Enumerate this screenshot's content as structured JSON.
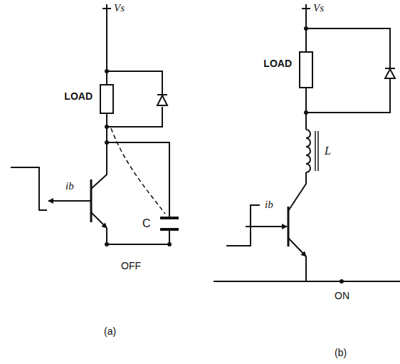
{
  "diagram": {
    "nodes": [
      {
        "text": [
          "LOAD"
        ]
      },
      {
        "text": [
          "LOAD"
        ]
      }
    ],
    "labels": [
      "Vs",
      "ib",
      "C",
      "OFF",
      "(a)",
      "Vs",
      "ib",
      "L",
      "ON",
      "(b)"
    ]
  }
}
